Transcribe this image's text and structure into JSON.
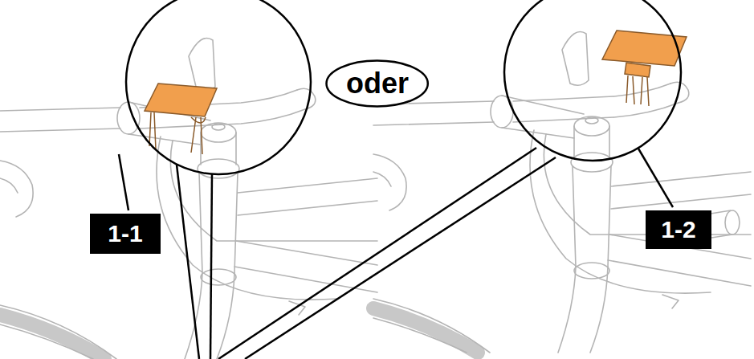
{
  "diagram": {
    "nodes": [
      {
        "text": [
          "oder"
        ]
      },
      {
        "text": [
          "1-1"
        ]
      },
      {
        "text": [
          "1-2"
        ]
      }
    ]
  }
}
